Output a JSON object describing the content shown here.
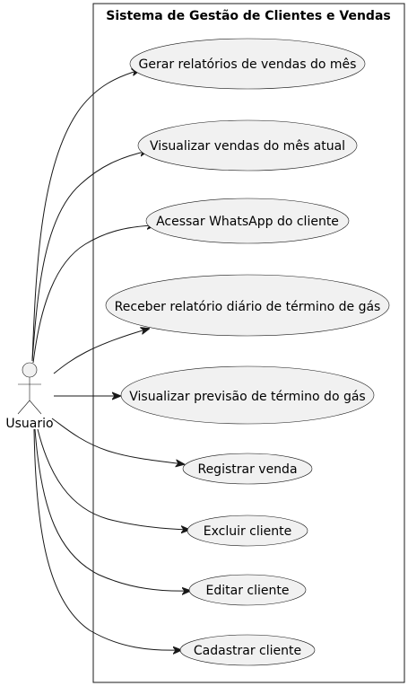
{
  "system": {
    "title": "Sistema de Gestão de Clientes e Vendas"
  },
  "actor": {
    "name": "Usuario"
  },
  "use_cases": [
    {
      "id": "uc1",
      "label": "Gerar relatórios de vendas do mês"
    },
    {
      "id": "uc2",
      "label": "Visualizar vendas do mês atual"
    },
    {
      "id": "uc3",
      "label": "Acessar WhatsApp do cliente"
    },
    {
      "id": "uc4",
      "label": "Receber relatório diário de término de gás"
    },
    {
      "id": "uc5",
      "label": "Visualizar previsão de término do gás"
    },
    {
      "id": "uc6",
      "label": "Registrar venda"
    },
    {
      "id": "uc7",
      "label": "Excluir cliente"
    },
    {
      "id": "uc8",
      "label": "Editar cliente"
    },
    {
      "id": "uc9",
      "label": "Cadastrar cliente"
    }
  ],
  "colors": {
    "use_case_fill": "#f1f1f1",
    "stroke": "#181818",
    "background": "#ffffff"
  }
}
